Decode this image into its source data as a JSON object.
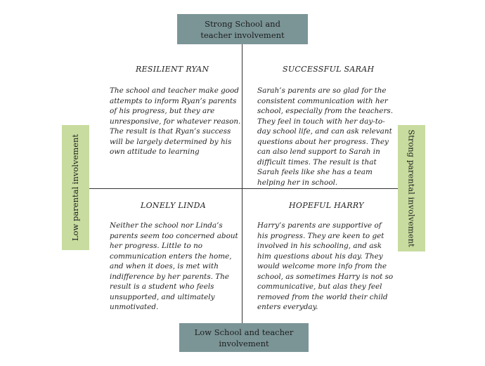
{
  "axes": {
    "top": "Strong School and teacher involvement",
    "bottom": "Low School and teacher involvement",
    "left": "Low parental involvement",
    "right": "Strong parental involvement"
  },
  "quadrants": {
    "top_left": {
      "title": "RESILIENT RYAN",
      "lines": [
        "The school and teacher make good",
        "attempts to inform Ryan’s parents",
        "of his progress, but they are",
        "unresponsive, for whatever reason.",
        "The result is that Ryan’s success",
        "will be largely determined by his",
        "own attitude to learning"
      ]
    },
    "top_right": {
      "title": "SUCCESSFUL SARAH",
      "lines": [
        "Sarah’s parents are so glad for the",
        "consistent communication with her",
        "school, especially from the teachers.",
        "They feel in touch with her day-to-",
        "day school life, and can ask relevant",
        "questions about her progress. They",
        "can also lend support to Sarah in",
        "difficult times. The result is that",
        "Sarah feels like she has a team",
        "helping her in school."
      ]
    },
    "bottom_left": {
      "title": "LONELY LINDA",
      "lines": [
        "Neither the school nor Linda’s",
        "parents seem too concerned about",
        "her progress. Little to no",
        "communication enters the home,",
        "and when it does, is met with",
        "indifference by her parents. The",
        "result is a student who feels",
        "unsupported, and ultimately",
        "unmotivated."
      ]
    },
    "bottom_right": {
      "title": "HOPEFUL HARRY",
      "lines": [
        "Harry’s parents are supportive of",
        "his progress. They are keen to get",
        "involved in his schooling, and ask",
        "him questions about his day. They",
        "would welcome more info from the",
        "school, as sometimes Harry is not so",
        "communicative, but alas they feel",
        "removed from the world their child",
        "enters everyday."
      ]
    }
  }
}
